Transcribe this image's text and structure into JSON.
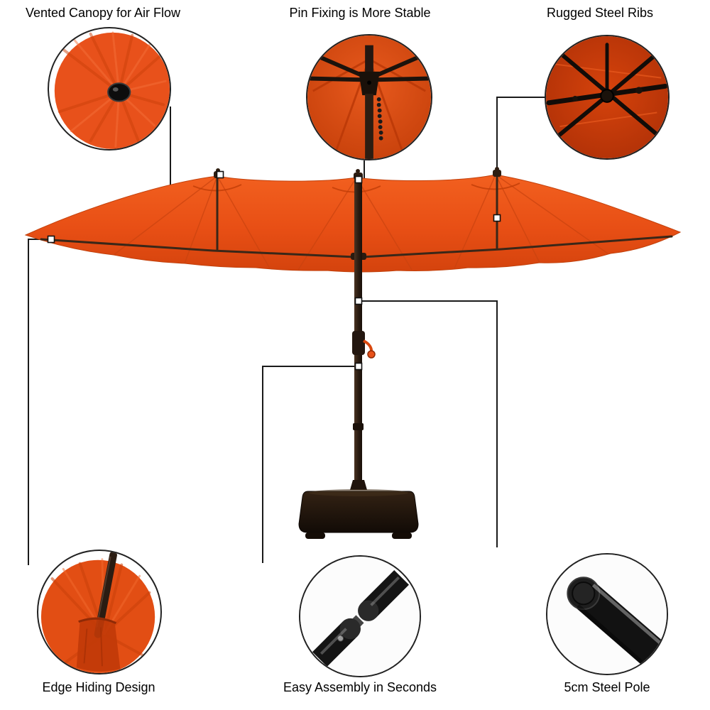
{
  "callouts": {
    "vented_canopy": {
      "label": "Vented Canopy for Air Flow",
      "icon": "vent-grommet-photo"
    },
    "pin_fixing": {
      "label": "Pin Fixing is More Stable",
      "icon": "hub-pin-photo"
    },
    "steel_ribs": {
      "label": "Rugged Steel Ribs",
      "icon": "rib-joint-photo"
    },
    "edge_hiding": {
      "label": "Edge Hiding Design",
      "icon": "edge-pocket-photo"
    },
    "easy_assembly": {
      "label": "Easy Assembly in Seconds",
      "icon": "pole-assembly-photo"
    },
    "steel_pole": {
      "label": "5cm Steel Pole",
      "icon": "steel-pole-photo"
    }
  },
  "colors": {
    "canopy_orange": "#E8511A",
    "canopy_shadow": "#C23D08",
    "pole_brown": "#2C1D12",
    "leader_line": "#1A1A1A",
    "background": "#FFFFFF"
  }
}
